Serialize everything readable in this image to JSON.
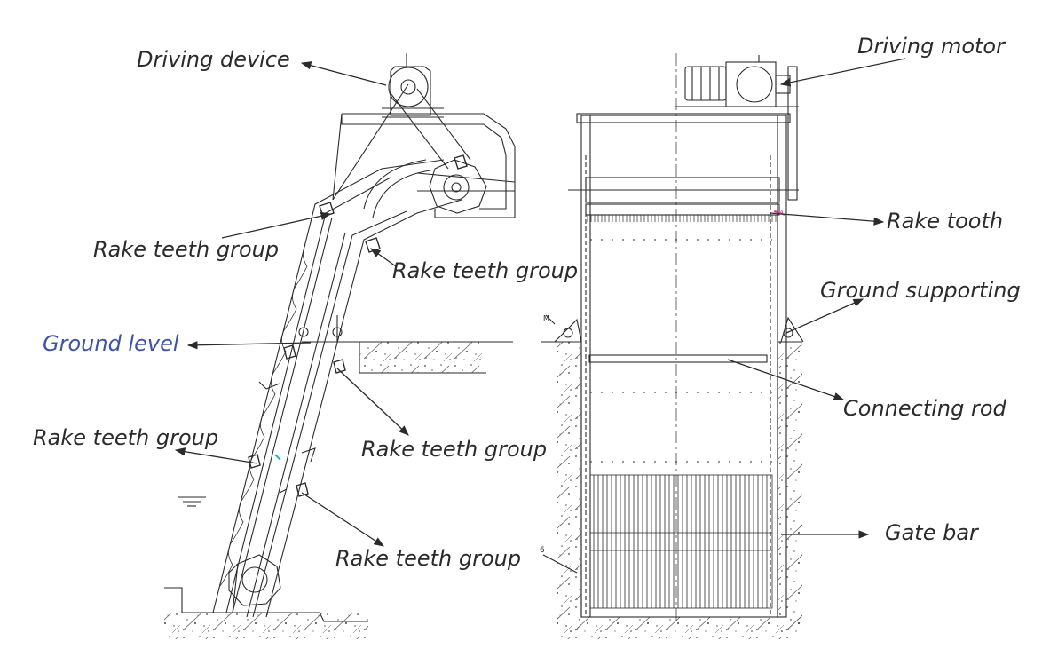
{
  "colors": {
    "line": "#2b2b2b",
    "label": "#2b2b2b",
    "ground_level_label": "#3e52a6",
    "accent_cyan": "#28b4c8",
    "accent_magenta": "#c83c8c"
  },
  "labels": {
    "driving_device": "Driving device",
    "driving_motor": "Driving motor",
    "rake_teeth_group_1": "Rake teeth group",
    "rake_teeth_group_2": "Rake teeth group",
    "rake_teeth_group_3": "Rake teeth group",
    "rake_teeth_group_4": "Rake teeth group",
    "rake_teeth_group_5": "Rake teeth group",
    "rake_tooth": "Rake tooth",
    "ground_supporting": "Ground supporting",
    "ground_level": "Ground level",
    "connecting_rod": "Connecting rod",
    "gate_bar": "Gate bar"
  },
  "drawing_marks": {
    "section_mark": "6",
    "elevation_mark": "M",
    "tag_mark": "tPA"
  }
}
